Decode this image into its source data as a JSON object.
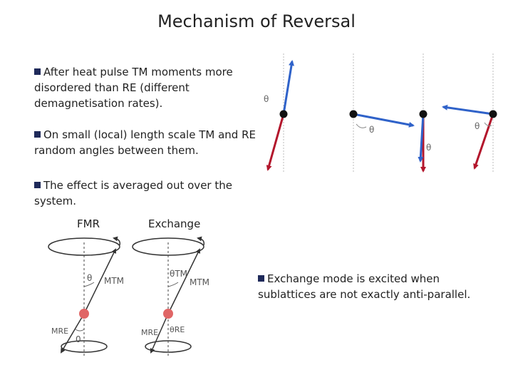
{
  "title": "Mechanism of Reversal",
  "bullets": [
    {
      "text": "After heat pulse TM moments more disordered than RE (different demagnetisation rates)."
    },
    {
      "text": "On small (local) length scale TM and RE random angles between them."
    },
    {
      "text": "The effect is averaged out over the system."
    },
    {
      "text": "Exchange mode is excited when sublattices are not exactly anti-parallel."
    }
  ],
  "labels": {
    "fmr": "FMR",
    "exchange": "Exchange",
    "theta": "θ",
    "theta_tm": "θTM",
    "theta_re": "θRE",
    "m_tm": "MTM",
    "m_re": "MRE",
    "zero": "0"
  },
  "colors": {
    "bullet_square": "#1f2a5a",
    "tm_arrow": "#2f62c9",
    "re_arrow": "#b3162c",
    "pivot_dot": "#111111",
    "precession_dot": "#e06666",
    "axis_dash": "#bbbbbb",
    "diagram_line": "#333333"
  }
}
